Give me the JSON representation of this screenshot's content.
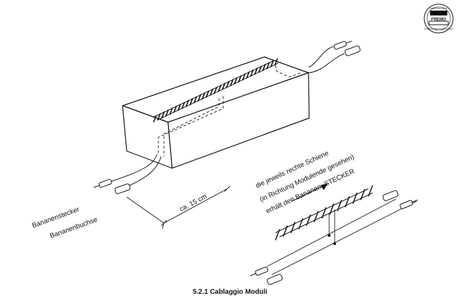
{
  "logo": {
    "name": "FREMO",
    "arc_top": "FREUNDESKREIS",
    "arc_bottom": "EUROPÄISCHER MODELLBAHNER"
  },
  "labels": {
    "banana_plug": "Bananenstecker",
    "banana_socket": "Bananenbuchse",
    "distance": "ca. 15 cm",
    "note_line1": "die jeweils rechte Schiene",
    "note_line2": "(in Richtung Modulende gesehen)",
    "note_line3": "erhält den Bananen- STECKER"
  },
  "caption": "5.2.1 Cablaggio Moduli"
}
